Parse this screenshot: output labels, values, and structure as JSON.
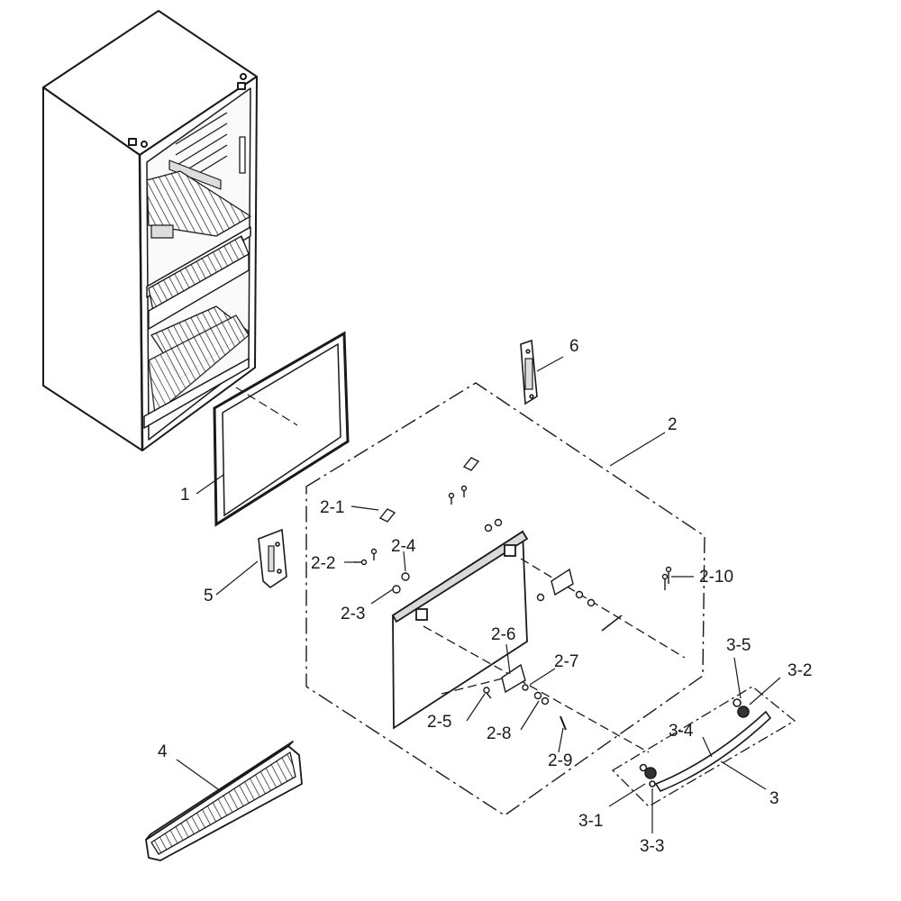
{
  "callouts": {
    "c1": "1",
    "c2": "2",
    "c2_1": "2-1",
    "c2_2": "2-2",
    "c2_3": "2-3",
    "c2_4": "2-4",
    "c2_5": "2-5",
    "c2_6": "2-6",
    "c2_7": "2-7",
    "c2_8": "2-8",
    "c2_9": "2-9",
    "c2_10": "2-10",
    "c3": "3",
    "c3_1": "3-1",
    "c3_2": "3-2",
    "c3_3": "3-3",
    "c3_4": "3-4",
    "c3_5": "3-5",
    "c4": "4",
    "c5": "5",
    "c6": "6"
  },
  "colors": {
    "line": "#1a1a1a",
    "fill": "#ffffff",
    "shade": "#d9d9d9"
  }
}
